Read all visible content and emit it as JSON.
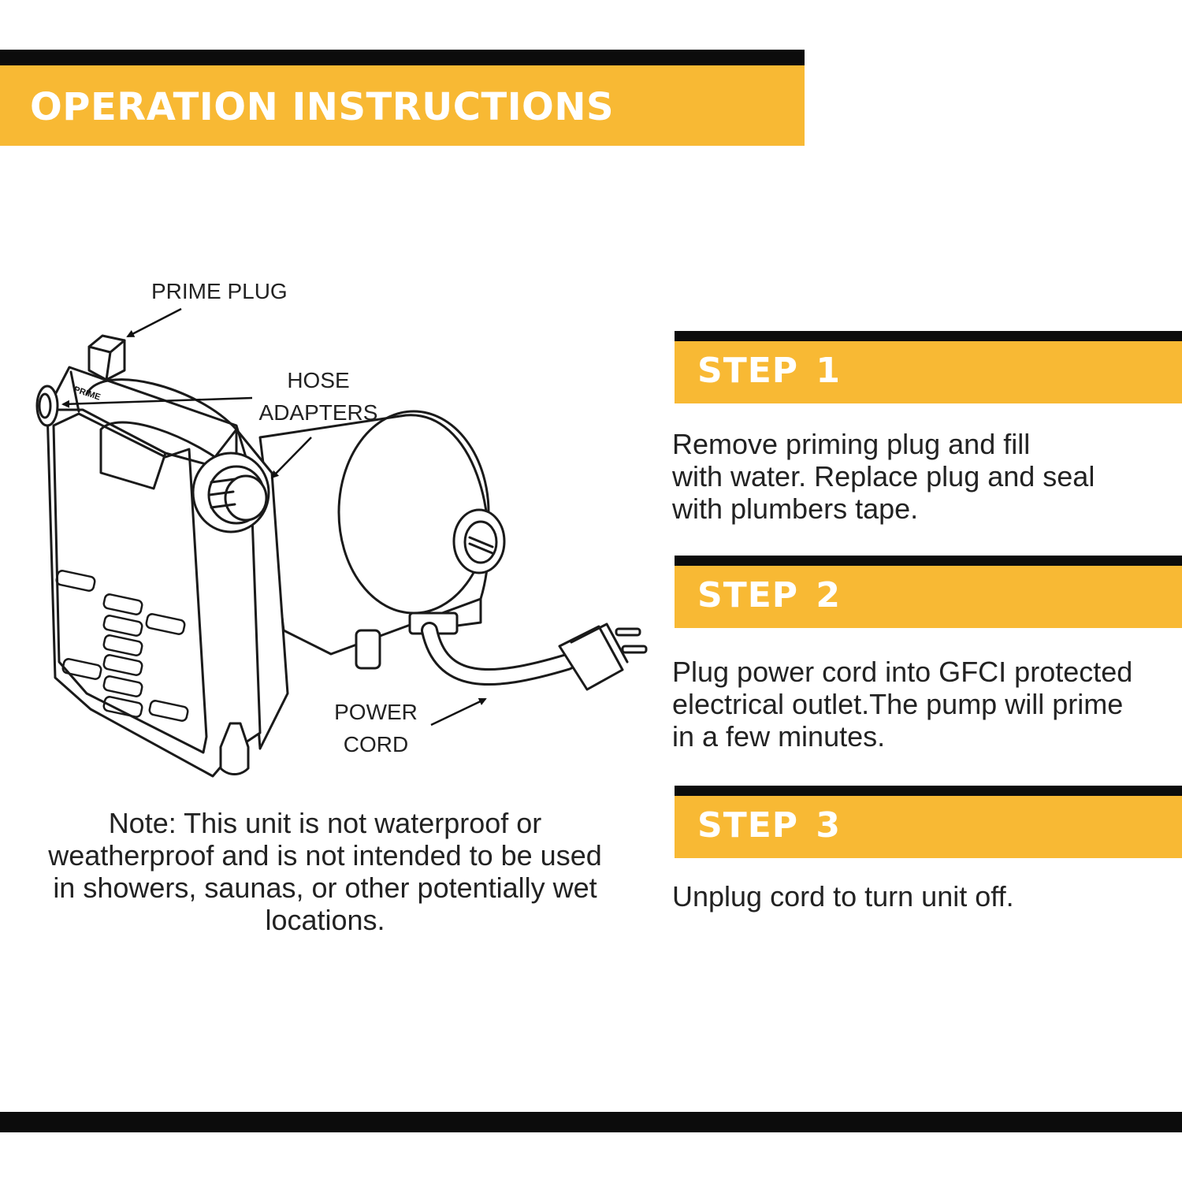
{
  "header": {
    "title": "OPERATION INSTRUCTIONS"
  },
  "colors": {
    "accent": "#f8b934",
    "bar": "#0c0c0c"
  },
  "diagram": {
    "callouts": {
      "prime_plug": "PRIME PLUG",
      "hose_adapters_1": "HOSE",
      "hose_adapters_2": "ADAPTERS",
      "power_cord_1": "POWER",
      "power_cord_2": "CORD"
    },
    "housing_label": "PRIME"
  },
  "note": "Note: This unit is not waterproof or weatherproof and is not intended to be used in showers, saunas, or other potentially wet locations.",
  "steps": [
    {
      "title": "STEP 1",
      "text_lines": [
        "Remove priming plug and fill",
        "with water. Replace plug and seal",
        "with plumbers tape."
      ]
    },
    {
      "title": "STEP 2",
      "text_lines": [
        "Plug power cord into GFCI protected",
        "electrical outlet.The pump will prime",
        "in a few minutes."
      ]
    },
    {
      "title": "STEP 3",
      "text_lines": [
        "Unplug cord to turn unit off."
      ]
    }
  ]
}
